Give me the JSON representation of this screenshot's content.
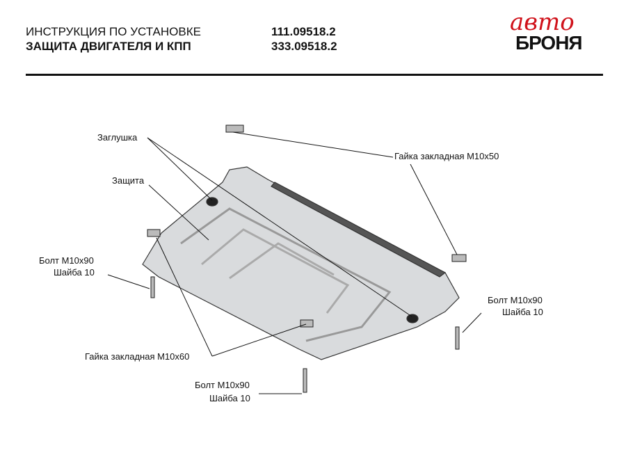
{
  "header": {
    "title_line1": "ИНСТРУКЦИЯ ПО УСТАНОВКЕ",
    "title_line2": "ЗАЩИТА ДВИГАТЕЛЯ И КПП",
    "code1": "111.09518.2",
    "code2": "333.09518.2",
    "logo_top": "авто",
    "logo_bottom": "БРОНЯ"
  },
  "labels": {
    "plug": "Заглушка",
    "guard": "Защита",
    "nut50": "Гайка закладная М10х50",
    "nut60": "Гайка закладная М10х60",
    "bolt_left": "Болт М10х90",
    "washer_left": "Шайба 10",
    "bolt_right": "Болт М10х90",
    "washer_right": "Шайба 10",
    "bolt_bottom": "Болт М10х90",
    "washer_bottom": "Шайба 10"
  }
}
